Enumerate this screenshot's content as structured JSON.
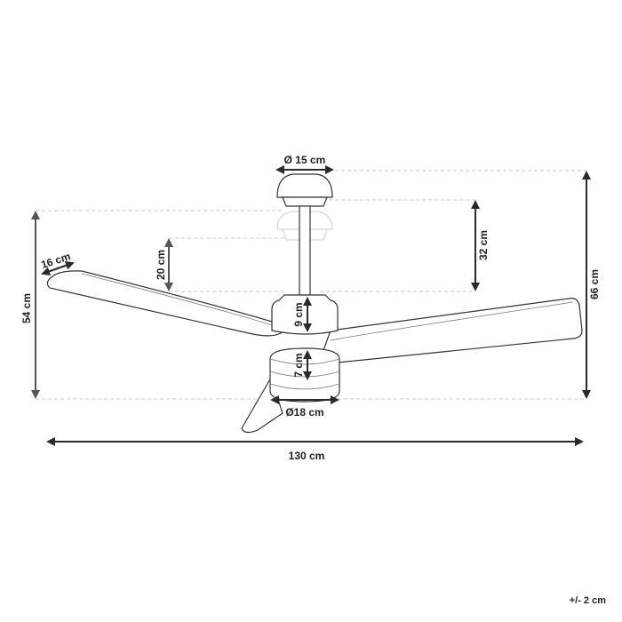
{
  "diagram": {
    "type": "product-dimension-drawing",
    "subject": "ceiling fan",
    "dimensions": {
      "canopy_diameter": "Ø 15 cm",
      "motor_diameter": "Ø18 cm",
      "blade_width": "16 cm",
      "downrod_adjust": "20 cm",
      "upper_housing_height": "9 cm",
      "light_housing_height": "7 cm",
      "downrod_length": "32 cm",
      "total_height": "66 cm",
      "blade_span_height": "54 cm",
      "overall_diameter": "130 cm"
    },
    "tolerance": "+/- 2 cm",
    "colors": {
      "line": "#333333",
      "dimension_arrow": "#2a2a2a",
      "guide_dash": "#c8c8c8",
      "ghost": "#cfcfcf",
      "background": "#ffffff"
    }
  }
}
